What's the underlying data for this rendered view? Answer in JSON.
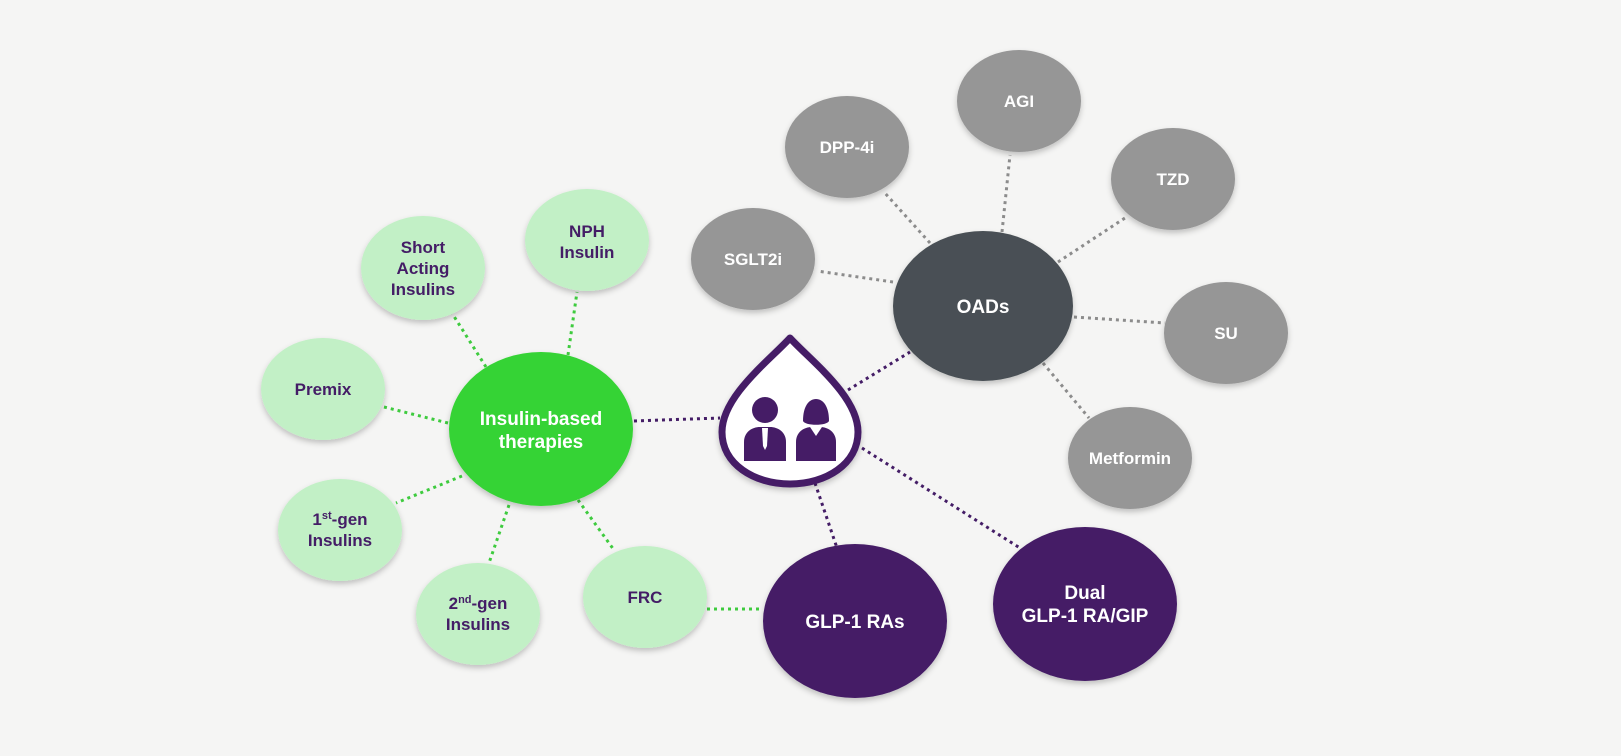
{
  "colors": {
    "background": "#f5f5f4",
    "light_green": "#c2f0c6",
    "bright_green": "#35d335",
    "gray": "#969696",
    "dark_gray": "#485054",
    "purple": "#441d66",
    "white": "#ffffff",
    "green_line": "#3ecb3e",
    "gray_line": "#8c8c8c",
    "purple_line": "#441d66"
  },
  "center": {
    "icon": "patients-droplet-icon"
  },
  "insulin": {
    "hub": {
      "line1": "Insulin-based",
      "line2": "therapies"
    },
    "short_acting": {
      "line1": "Short",
      "line2": "Acting",
      "line3": "Insulins"
    },
    "nph": {
      "line1": "NPH",
      "line2": "Insulin"
    },
    "premix": {
      "label": "Premix"
    },
    "first_gen": {
      "num": "1",
      "sup": "st",
      "rest": "-gen",
      "line2": "Insulins"
    },
    "second_gen": {
      "num": "2",
      "sup": "nd",
      "rest": "-gen",
      "line2": "Insulins"
    },
    "frc": {
      "label": "FRC"
    }
  },
  "oads": {
    "hub": {
      "label": "OADs"
    },
    "agi": {
      "label": "AGI"
    },
    "dpp4i": {
      "label": "DPP-4i"
    },
    "tzd": {
      "label": "TZD"
    },
    "sglt2i": {
      "label": "SGLT2i"
    },
    "su": {
      "label": "SU"
    },
    "metformin": {
      "label": "Metformin"
    }
  },
  "glp": {
    "glp1": {
      "label": "GLP-1 RAs"
    },
    "dual": {
      "line1": "Dual",
      "line2": "GLP-1 RA/GIP"
    }
  }
}
